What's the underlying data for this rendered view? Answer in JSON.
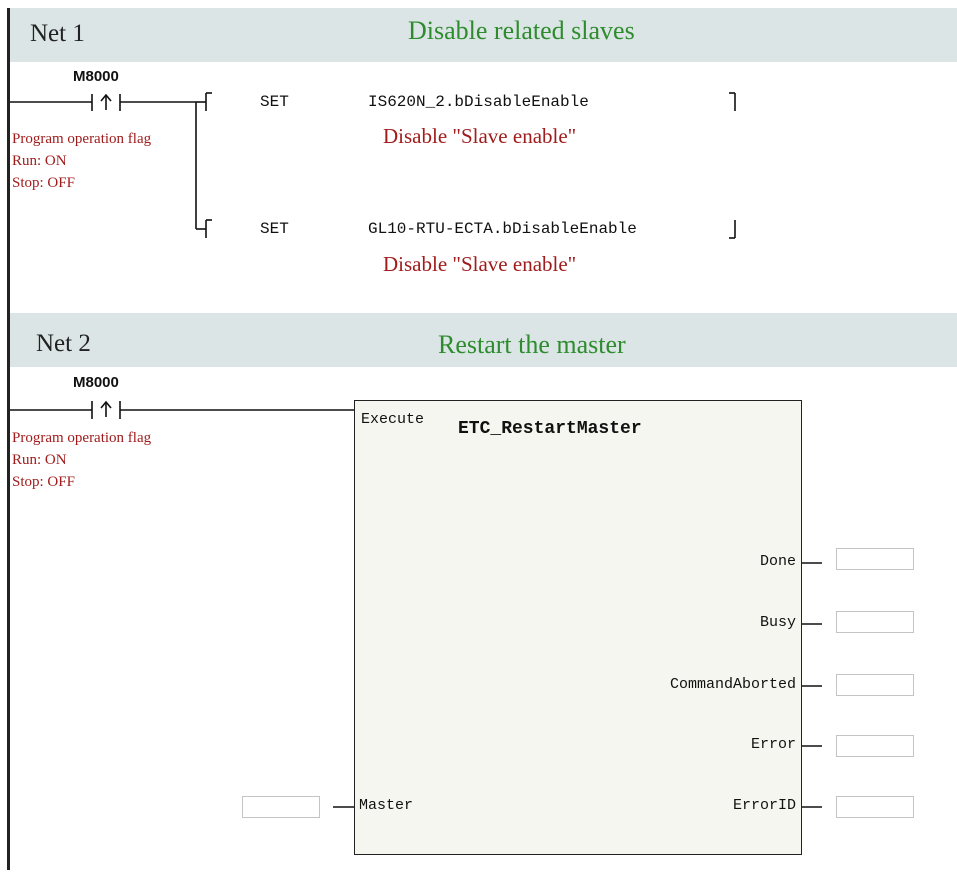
{
  "net1": {
    "label": "Net 1",
    "title": "Disable related slaves",
    "contact": {
      "name": "M8000",
      "comment_lines": [
        "Program operation flag",
        "Run: ON",
        "Stop: OFF"
      ]
    },
    "coils": [
      {
        "instruction": "SET",
        "operand": "IS620N_2.bDisableEnable",
        "comment": "Disable \"Slave enable\""
      },
      {
        "instruction": "SET",
        "operand": "GL10-RTU-ECTA.bDisableEnable",
        "comment": "Disable \"Slave enable\""
      }
    ]
  },
  "net2": {
    "label": "Net 2",
    "title": "Restart the master",
    "contact": {
      "name": "M8000",
      "comment_lines": [
        "Program operation flag",
        "Run: ON",
        "Stop: OFF"
      ]
    },
    "function_block": {
      "name": "ETC_RestartMaster",
      "input_execute": "Execute",
      "input_master": "Master",
      "master_value": "",
      "outputs": [
        {
          "name": "Done",
          "value": ""
        },
        {
          "name": "Busy",
          "value": ""
        },
        {
          "name": "CommandAborted",
          "value": ""
        },
        {
          "name": "Error",
          "value": ""
        },
        {
          "name": "ErrorID",
          "value": ""
        }
      ]
    }
  },
  "colors": {
    "header_bg": "#dbe5e5",
    "title_green": "#2e8b2e",
    "comment_red": "#a01c1c",
    "block_bg": "#f6f6f1"
  }
}
